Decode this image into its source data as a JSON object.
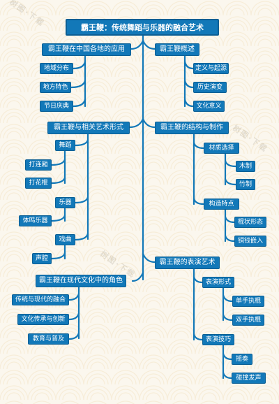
{
  "root": "霸王鞭：传统舞蹈与乐器的融合艺术",
  "left_branches": [
    {
      "label": "霸王鞭在中国各地的应用",
      "children": [
        "地域分布",
        "地方特色",
        "节日庆典"
      ]
    },
    {
      "label": "霸王鞭与相关艺术形式",
      "children": [
        {
          "label": "舞蹈",
          "children": [
            "打连厢",
            "打花棍"
          ]
        },
        {
          "label": "乐器",
          "children": [
            "体鸣乐器"
          ]
        },
        {
          "label": "戏曲",
          "children": [
            "声腔"
          ]
        }
      ]
    },
    {
      "label": "霸王鞭在现代文化中的角色",
      "children": [
        "传统与现代的融合",
        "文化传承与创新",
        "教育与普及"
      ]
    }
  ],
  "right_branches": [
    {
      "label": "霸王鞭概述",
      "children": [
        "定义与起源",
        "历史演变",
        "文化意义"
      ]
    },
    {
      "label": "霸王鞭的结构与制作",
      "children": [
        {
          "label": "材质选择",
          "children": [
            "木制",
            "竹制"
          ]
        },
        {
          "label": "构造特点",
          "children": [
            "棍状形态",
            "铜钱嵌入"
          ]
        }
      ]
    },
    {
      "label": "霸王鞭的表演艺术",
      "children": [
        {
          "label": "表演形式",
          "children": [
            "单手执棍",
            "双手执棍"
          ]
        },
        {
          "label": "表演技巧",
          "children": [
            "摇奏",
            "碰撞发声"
          ]
        }
      ]
    }
  ],
  "watermark": "树图·下载"
}
